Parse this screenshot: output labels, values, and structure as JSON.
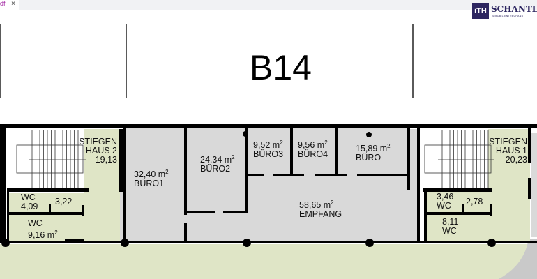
{
  "tab": {
    "label": "df",
    "close": "×"
  },
  "logo": {
    "mark": "iTH",
    "name": "SCHANTL",
    "sub": "IMMOBILIENTREUHAND"
  },
  "plan": {
    "title": "B14",
    "colors": {
      "green": "#dfe5c6",
      "gray": "#d9d9d9",
      "wall": "#000000"
    },
    "rooms": [
      {
        "id": "stiegenhaus2",
        "name": "STIEGEN",
        "name2": "HAUS 2",
        "area": "19,13"
      },
      {
        "id": "wc-left-small",
        "name": "WC",
        "area": "4,09"
      },
      {
        "id": "left-322",
        "area": "3,22"
      },
      {
        "id": "wc-left",
        "name": "WC",
        "area": "9,16 m",
        "sup": "2"
      },
      {
        "id": "buero1",
        "name": "BÜRO1",
        "area": "32,40 m",
        "sup": "2"
      },
      {
        "id": "buero2",
        "name": "BÜRO2",
        "area": "24,34 m",
        "sup": "2"
      },
      {
        "id": "buero3",
        "name": "BÜRO3",
        "area": "9,52 m",
        "sup": "2"
      },
      {
        "id": "buero4",
        "name": "BÜRO4",
        "area": "9,56 m",
        "sup": "2"
      },
      {
        "id": "buero",
        "name": "BÜRO",
        "area": "15,89 m",
        "sup": "2"
      },
      {
        "id": "empfang",
        "name": "EMPFANG",
        "area": "58,65 m",
        "sup": "2"
      },
      {
        "id": "stiegenhaus1",
        "name": "STIEGEN",
        "name2": "HAUS 1",
        "area": "20,23"
      },
      {
        "id": "wc-right-small",
        "name": "WC",
        "area": "3,46"
      },
      {
        "id": "right-278",
        "area": "2,78"
      },
      {
        "id": "wc-right",
        "name": "WC",
        "area": "8,11"
      }
    ]
  }
}
